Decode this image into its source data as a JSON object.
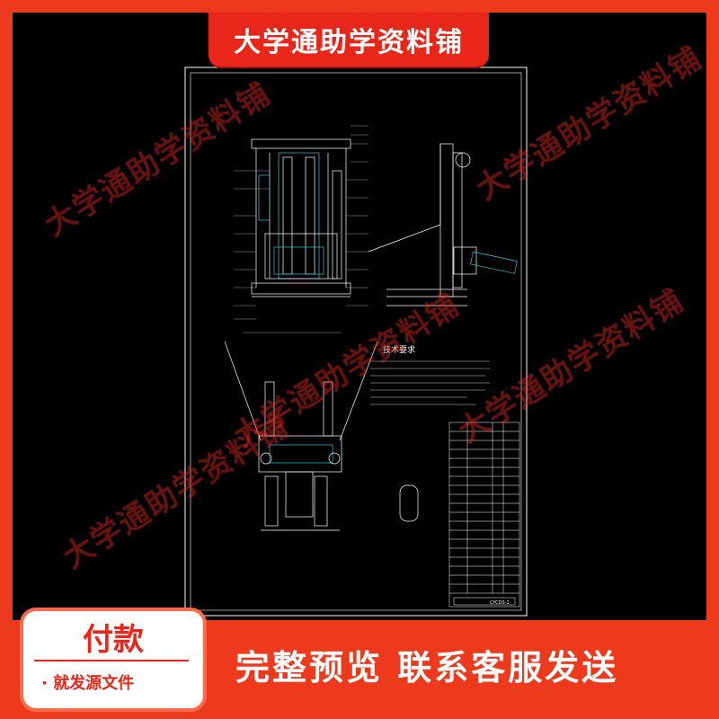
{
  "banner": {
    "title": "大学通助学资料铺"
  },
  "watermark": {
    "text": "大学通助学资料铺"
  },
  "drawing": {
    "notes_title": "技术要求",
    "titleblock_code": "CYCDS-1"
  },
  "payment": {
    "title": "付款",
    "subtitle": "· 就发源文件"
  },
  "footer": {
    "message": "完整预览  联系客服发送"
  },
  "colors": {
    "accent": "#ee3a1c",
    "banner": "#e8271a",
    "cad_line": "#ffffff",
    "cad_cyan": "#2fc7d8"
  }
}
